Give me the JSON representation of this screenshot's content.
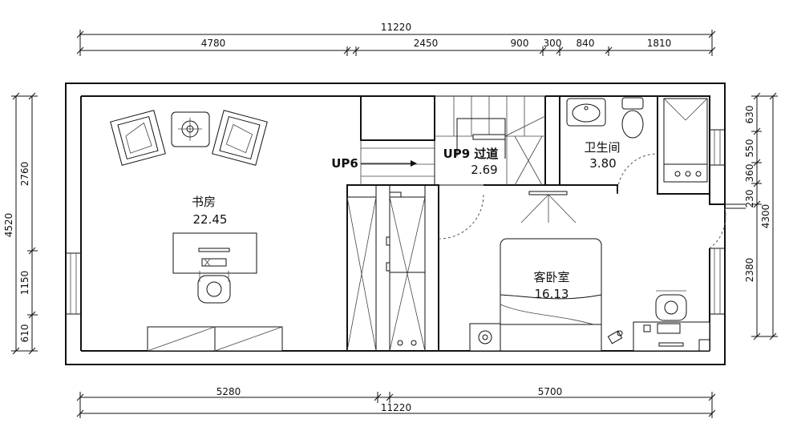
{
  "dimensions": {
    "top_total": "11220",
    "top_segments": [
      "4780",
      "2450",
      "900",
      "300",
      "840",
      "1810"
    ],
    "bottom_segments": [
      "5280",
      "5700"
    ],
    "bottom_total": "11220",
    "left_total": "4520",
    "left_segments": [
      "2760",
      "1150",
      "610"
    ],
    "right_total": "4300",
    "right_segments": [
      "630",
      "550",
      "360",
      "230",
      "2380"
    ]
  },
  "rooms": {
    "study": {
      "name": "书房",
      "area": "22.45"
    },
    "hallway": {
      "name": "UP9 过道",
      "area": "2.69"
    },
    "bathroom": {
      "name": "卫生间",
      "area": "3.80"
    },
    "guest_bedroom": {
      "name": "客卧室",
      "area": "16.13"
    }
  },
  "labels": {
    "stair_up": "UP6"
  }
}
